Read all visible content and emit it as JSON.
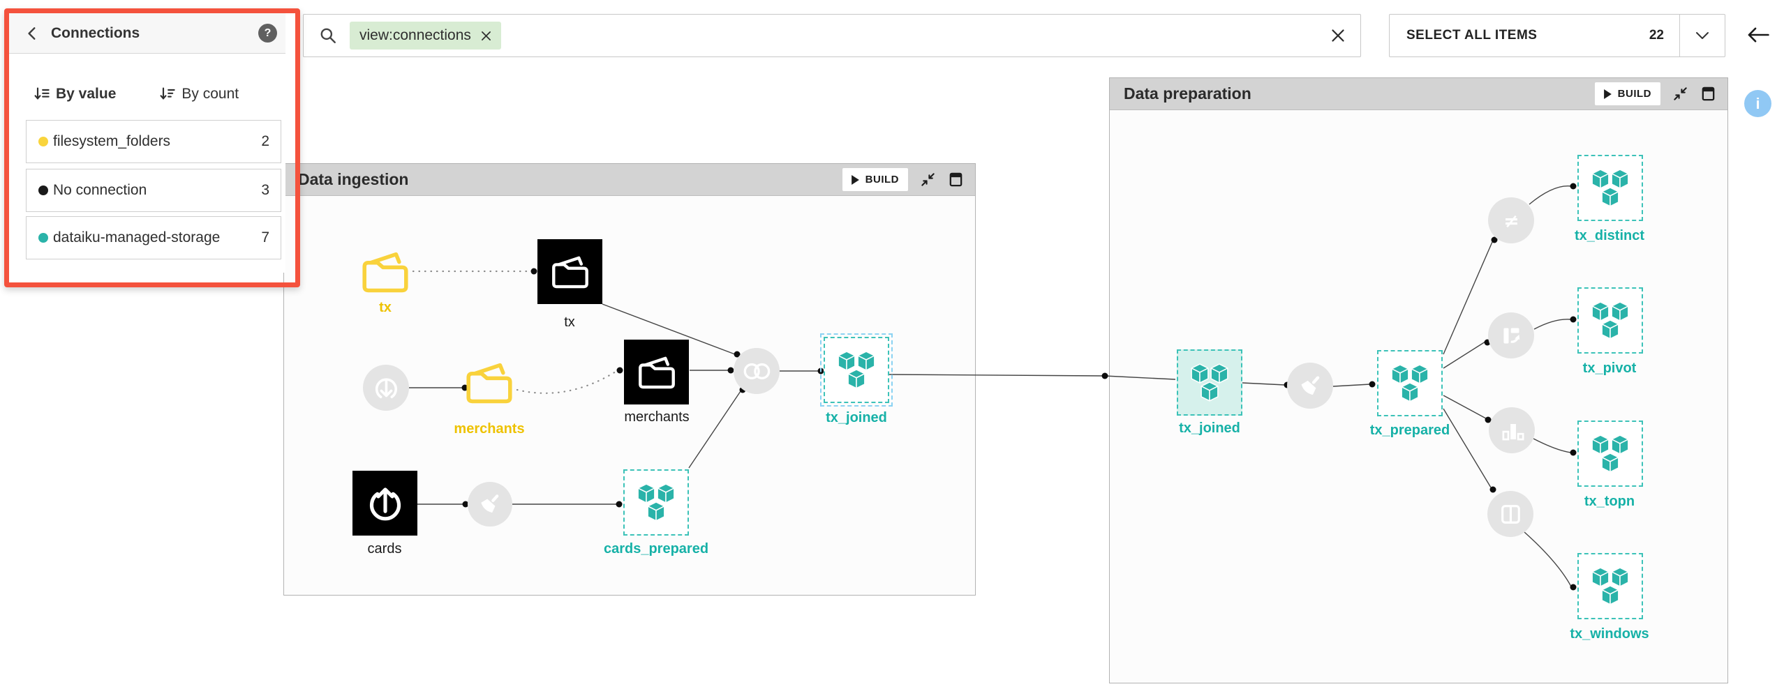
{
  "panel": {
    "title": "Connections",
    "help_glyph": "?",
    "sort_by_value": "By value",
    "sort_by_count": "By count",
    "items": [
      {
        "label": "filesystem_folders",
        "count": "2",
        "color": "#f9d43c"
      },
      {
        "label": "No connection",
        "count": "3",
        "color": "#1a1a1a"
      },
      {
        "label": "dataiku-managed-storage",
        "count": "7",
        "color": "#2ab3a9"
      }
    ]
  },
  "search": {
    "tag": "view:connections"
  },
  "select_all": {
    "label": "SELECT ALL ITEMS",
    "count": "22"
  },
  "zones": {
    "ingestion": {
      "title": "Data ingestion",
      "build": "BUILD"
    },
    "preparation": {
      "title": "Data preparation",
      "build": "BUILD"
    }
  },
  "nodes": {
    "folder_tx": "tx",
    "ds_tx": "tx",
    "folder_merchants": "merchants",
    "ds_merchants": "merchants",
    "ds_cards": "cards",
    "tx_joined_ingestion": "tx_joined",
    "cards_prepared": "cards_prepared",
    "tx_joined_preparation": "tx_joined",
    "tx_prepared": "tx_prepared",
    "tx_distinct": "tx_distinct",
    "tx_pivot": "tx_pivot",
    "tx_topn": "tx_topn",
    "tx_windows": "tx_windows"
  },
  "info_glyph": "i",
  "colors": {
    "accent_teal": "#2ab3a9",
    "folder_yellow": "#f9d43c",
    "annotation_red": "#f4523d",
    "tag_green_bg": "#d8ecd3",
    "info_blue": "#90c8f4",
    "zone_header_gray": "#d3d3d3"
  }
}
